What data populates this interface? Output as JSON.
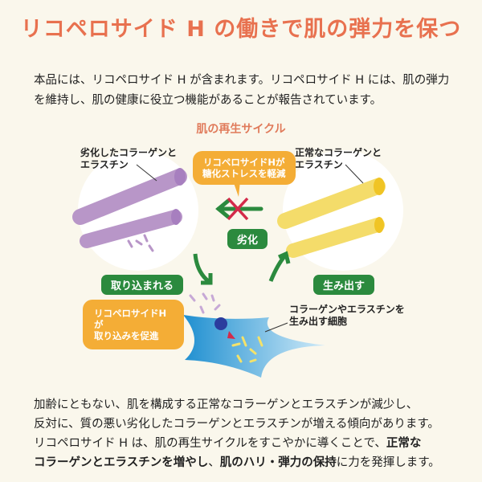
{
  "title": "リコペロサイド H の働きで肌の弾力を保つ",
  "intro": "本品には、リコペロサイド H が含まれます。リコペロサイド H には、肌の弾力を維持し、肌の健康に役立つ機能があることが報告されています。",
  "diagram": {
    "title": "肌の再生サイクル",
    "left_label": [
      "劣化したコラーゲンと",
      "エラスチン"
    ],
    "right_label": [
      "正常なコラーゲンと",
      "エラスチン"
    ],
    "bubble_top": [
      "リコペロサイドHが",
      "糖化ストレスを軽減"
    ],
    "bubble_left": [
      "リコペロサイドHが",
      "取り込みを促進"
    ],
    "cell_label": [
      "コラーゲンやエラスチンを",
      "生み出す細胞"
    ],
    "tag_degrade": "劣化",
    "tag_uptake": "取り込まれる",
    "tag_produce": "生み出す"
  },
  "outro": {
    "line1": "加齢にともない、肌を構成する正常なコラーゲンとエラスチンが減少し、",
    "line2": "反対に、質の悪い劣化したコラーゲンとエラスチンが増える傾向があります。",
    "line3_a": "リコペロサイド H は、肌の再生サイクルをすこやかに導くことで、",
    "line3_b": "正常な",
    "line4_a": "コラーゲンとエラスチンを増やし",
    "line4_b": "、",
    "line4_c": "肌のハリ・弾力の保持",
    "line4_d": "に力を発揮します。"
  },
  "colors": {
    "title": "#e8714f",
    "green": "#2b8a3e",
    "bubble": "#f4ad36",
    "cell": "#2a9ad6",
    "cross": "#d42a4a"
  }
}
